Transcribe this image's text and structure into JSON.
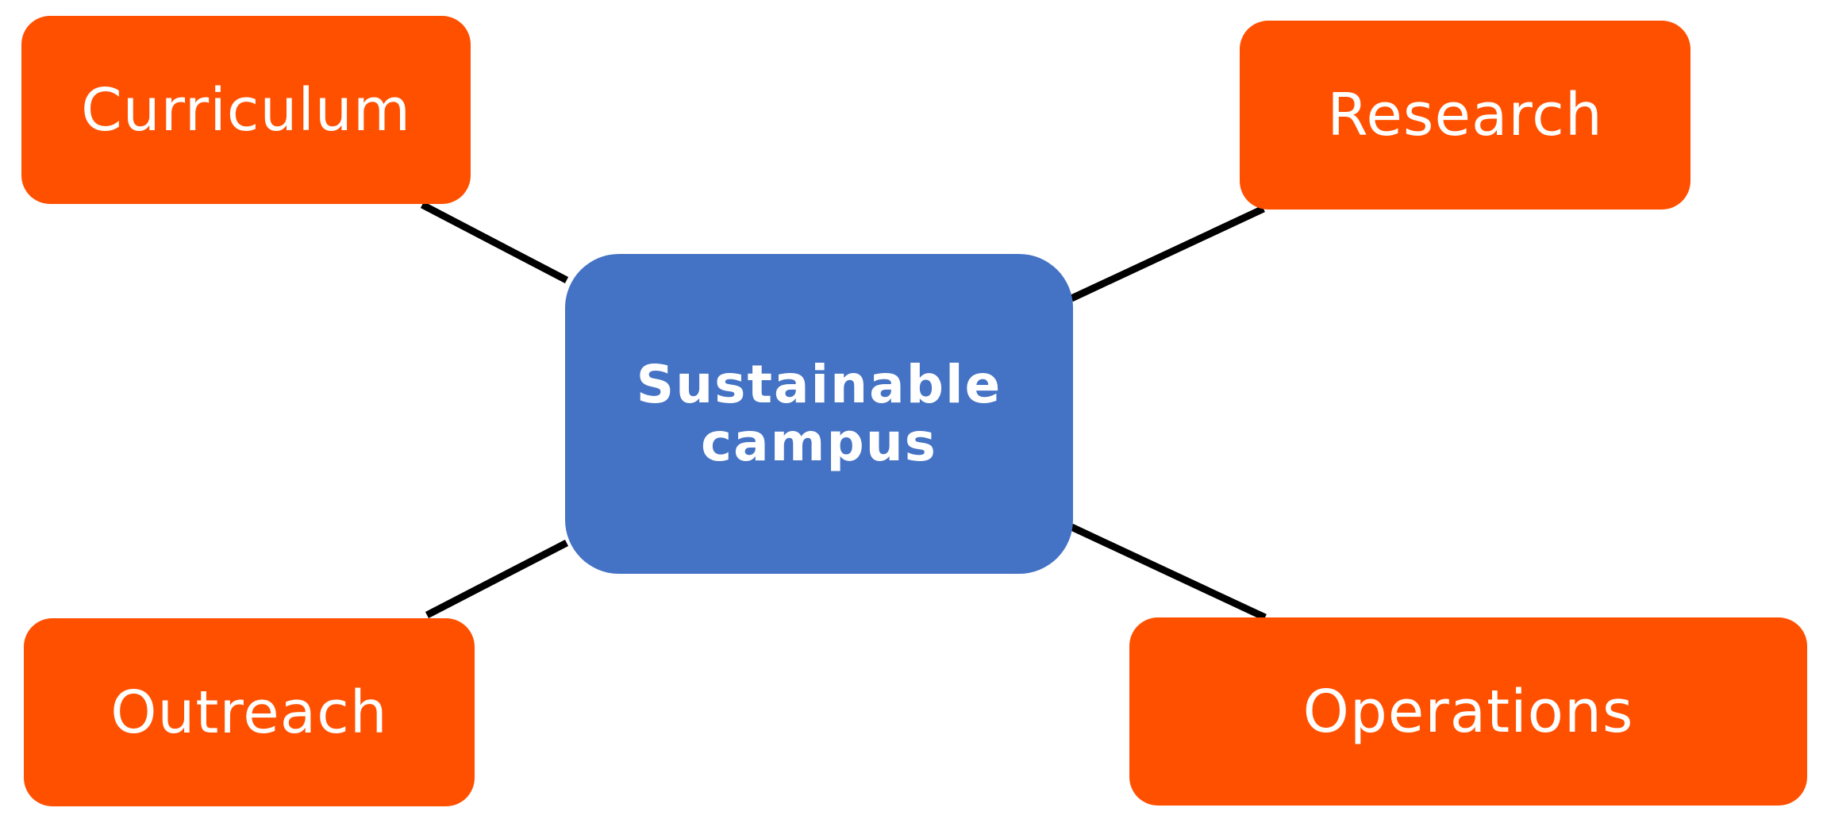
{
  "diagram": {
    "center": {
      "label": "Sustainable campus"
    },
    "nodes": [
      {
        "id": "curriculum",
        "label": "Curriculum"
      },
      {
        "id": "research",
        "label": "Research"
      },
      {
        "id": "outreach",
        "label": "Outreach"
      },
      {
        "id": "operations",
        "label": "Operations"
      }
    ],
    "edges": [
      {
        "from": "center",
        "to": "curriculum"
      },
      {
        "from": "center",
        "to": "research"
      },
      {
        "from": "center",
        "to": "outreach"
      },
      {
        "from": "center",
        "to": "operations"
      }
    ]
  },
  "colors": {
    "center_fill": "#4472C4",
    "node_fill": "#FF5000",
    "connector": "#000000",
    "text": "#FFFFFF",
    "background": "#FFFFFF"
  }
}
